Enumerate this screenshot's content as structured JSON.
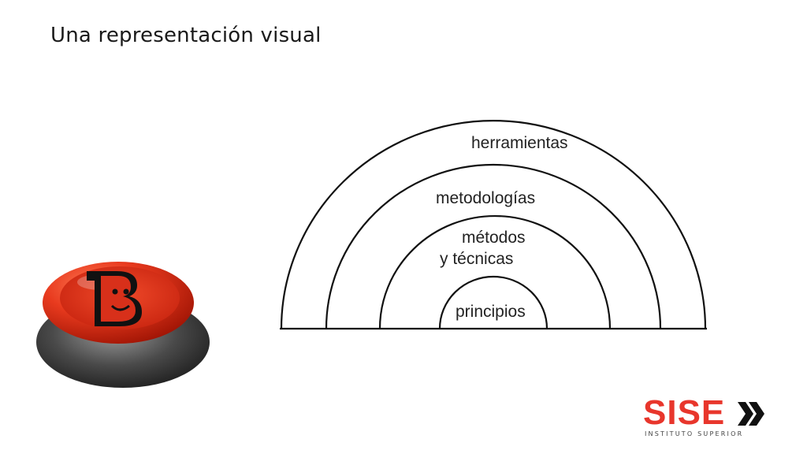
{
  "slide": {
    "title": "Una representación visual"
  },
  "diagram": {
    "layers": [
      {
        "label": "herramientas"
      },
      {
        "label": "metodologías"
      },
      {
        "label_line1": "métodos",
        "label_line2": "y técnicas"
      },
      {
        "label": "principios"
      }
    ]
  },
  "button_art": {
    "letter": "B",
    "colors": {
      "top": "#e83a1e",
      "base": "#4a4a4a"
    }
  },
  "logo": {
    "word": "SISE",
    "subtitle": "INSTITUTO SUPERIOR",
    "color": "#e8362c",
    "arrows_color": "#111111"
  }
}
